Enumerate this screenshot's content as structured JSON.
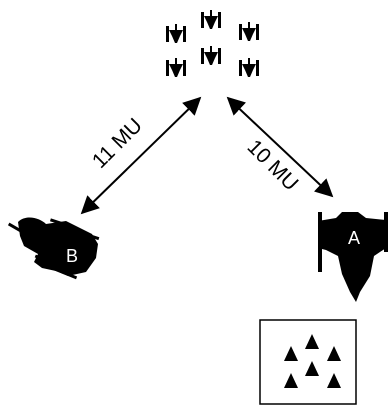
{
  "colors": {
    "ink": "#000000",
    "paper": "#ffffff"
  },
  "formation": {
    "icon": "fighter-squadron-icon",
    "count": 6
  },
  "distances": {
    "left_label": "11 MU",
    "right_label": "10 MU"
  },
  "ships": {
    "a": {
      "letter": "A",
      "icon": "ship-a-icon"
    },
    "b": {
      "letter": "B",
      "icon": "ship-b-icon"
    }
  },
  "token": {
    "icon": "arrowhead-group-icon",
    "count": 6
  }
}
